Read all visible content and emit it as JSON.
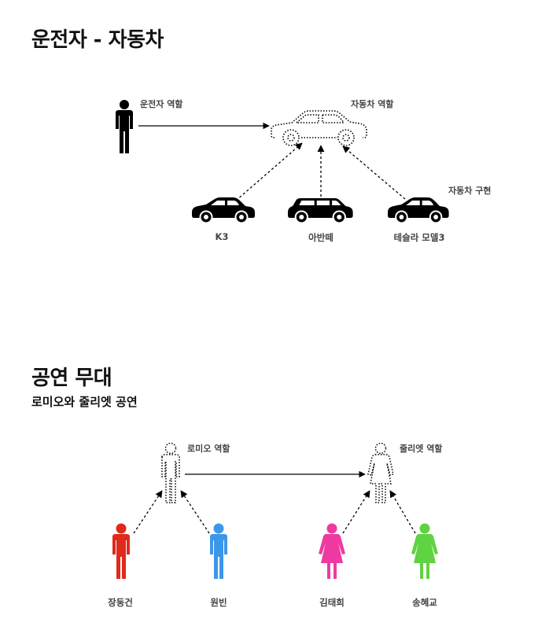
{
  "section1": {
    "title": "운전자 - 자동차",
    "driver_role": "운전자 역할",
    "car_role": "자동차 역할",
    "car_impl": "자동차 구현",
    "cars": [
      "K3",
      "아반떼",
      "테슬라 모델3"
    ]
  },
  "section2": {
    "title": "공연 무대",
    "subtitle": "로미오와 줄리엣 공연",
    "romeo_role": "로미오 역할",
    "juliet_role": "줄리엣 역할",
    "actors": [
      "장동건",
      "원빈",
      "김태희",
      "송혜교"
    ]
  },
  "colors": {
    "red_actor": "#e02a1b",
    "blue_actor": "#3d97e8",
    "pink_actor": "#ee3aa0",
    "green_actor": "#5fd341",
    "black": "#000000"
  }
}
